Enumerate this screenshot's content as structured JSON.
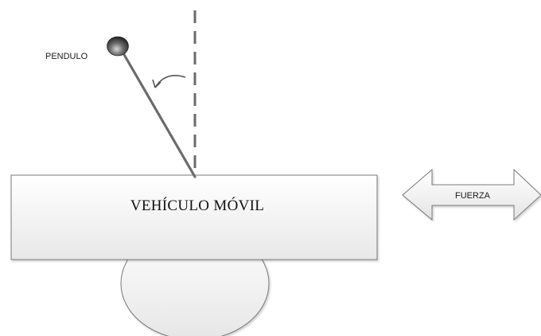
{
  "labels": {
    "pendulum": "PENDULO",
    "vehicle": "VEHÍCULO MÓVIL",
    "force": "FUERZA"
  },
  "colors": {
    "rod": "#6b6b6b",
    "dashed_axis": "#6b6b6b",
    "body_fill_top": "#ffffff",
    "body_fill_bottom": "#e9e9e9",
    "outline": "#7a7a7a",
    "bob_dark": "#1c1c1c",
    "bob_light": "#cfcfcf"
  },
  "icons": {
    "rotation_arrow": "curved-arrow-icon",
    "force_arrow": "double-arrow-icon"
  }
}
